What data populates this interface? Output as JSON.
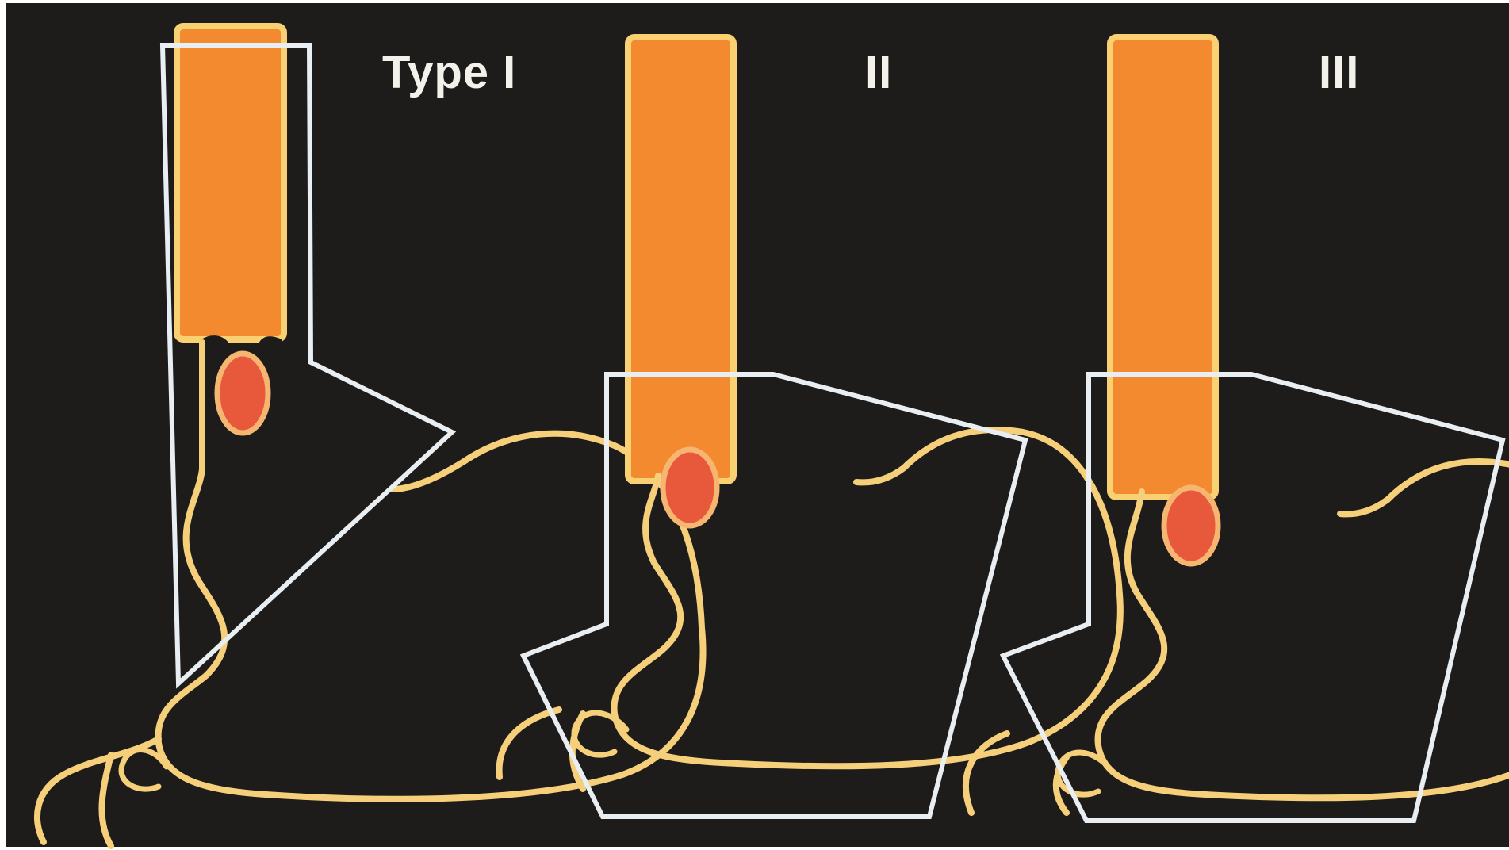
{
  "panels": [
    {
      "label": "Type I"
    },
    {
      "label": "II"
    },
    {
      "label": "III"
    }
  ],
  "colors": {
    "background": "#1d1c1b",
    "esophagus_fill": "#f48a30",
    "esophagus_outline": "#f9d172",
    "stomach_outline": "#f6cf7a",
    "tumor_fill": "#e8583a",
    "tumor_outline": "#f6b672",
    "resection_outline": "#e8eef2"
  }
}
